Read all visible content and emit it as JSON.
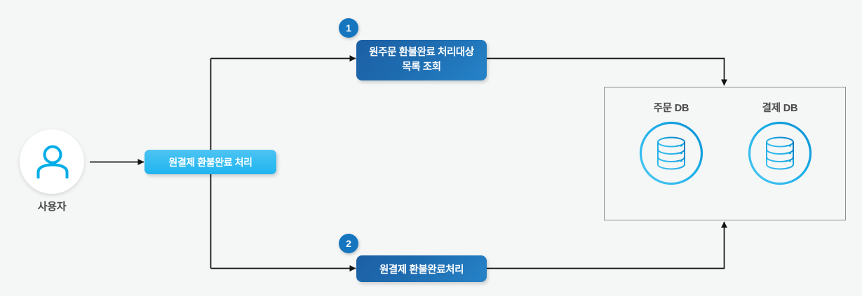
{
  "diagram": {
    "background_color": "#f5f6f6",
    "actor": {
      "icon": "user-icon",
      "label": "사용자",
      "icon_color": "#00ade8"
    },
    "nodes": [
      {
        "id": "node-entry",
        "label": "원결제 환불완료 처리",
        "style": "light-blue-pill",
        "color": "#2ab8f0"
      },
      {
        "id": "node-step-1",
        "badge": "1",
        "label": "원주문 환불완료 처리대상 목록 조회",
        "style": "dark-blue-pill",
        "color": "#1e6cb0"
      },
      {
        "id": "node-step-2",
        "badge": "2",
        "label": "원결제 환불완료처리",
        "style": "dark-blue-pill",
        "color": "#1e6cb0"
      }
    ],
    "datastore_group": {
      "border_color": "#8b8f8f",
      "items": [
        {
          "id": "db-order",
          "label": "주문 DB",
          "icon": "database-icon",
          "icon_color": "#17aee8"
        },
        {
          "id": "db-payment",
          "label": "결제 DB",
          "icon": "database-icon",
          "icon_color": "#17aee8"
        }
      ]
    },
    "edges": [
      {
        "from": "actor",
        "to": "node-entry",
        "arrow": true
      },
      {
        "from": "node-entry",
        "to": "node-step-1",
        "arrow": true
      },
      {
        "from": "node-entry",
        "to": "node-step-2",
        "arrow": true
      },
      {
        "from": "node-step-1",
        "to": "datastore_group",
        "arrow": true
      },
      {
        "from": "node-step-2",
        "to": "datastore_group",
        "arrow": true
      }
    ],
    "edge_color": "#1a1a1a"
  }
}
